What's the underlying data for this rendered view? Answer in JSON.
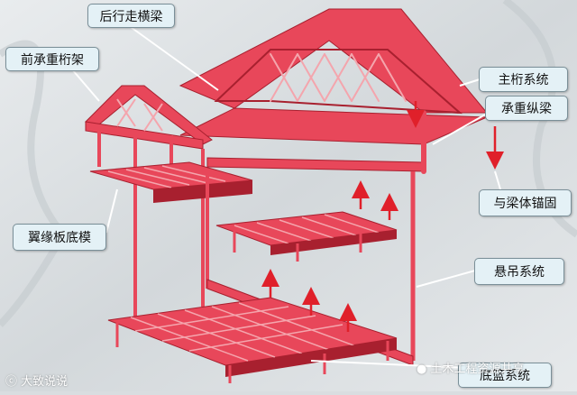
{
  "labels": {
    "rear_walkway_beam": "后行走横梁",
    "front_truss": "前承重桁架",
    "main_truss_system": "主桁系统",
    "load_longitudinal_beam": "承重纵梁",
    "anchor_to_girder": "与梁体锚固",
    "flange_bottom_form": "翼缘板底模",
    "suspension_system": "悬吊系统",
    "bottom_basket_system": "底篮系统"
  },
  "watermarks": {
    "left": "大致说说",
    "right": "土木工程资源共享"
  },
  "colors": {
    "steel": "#e8475a",
    "steel_dark": "#a8202f",
    "steel_light": "#f4a5ad",
    "arrow": "#e0202a",
    "label_bg": "#e4f1f6"
  }
}
